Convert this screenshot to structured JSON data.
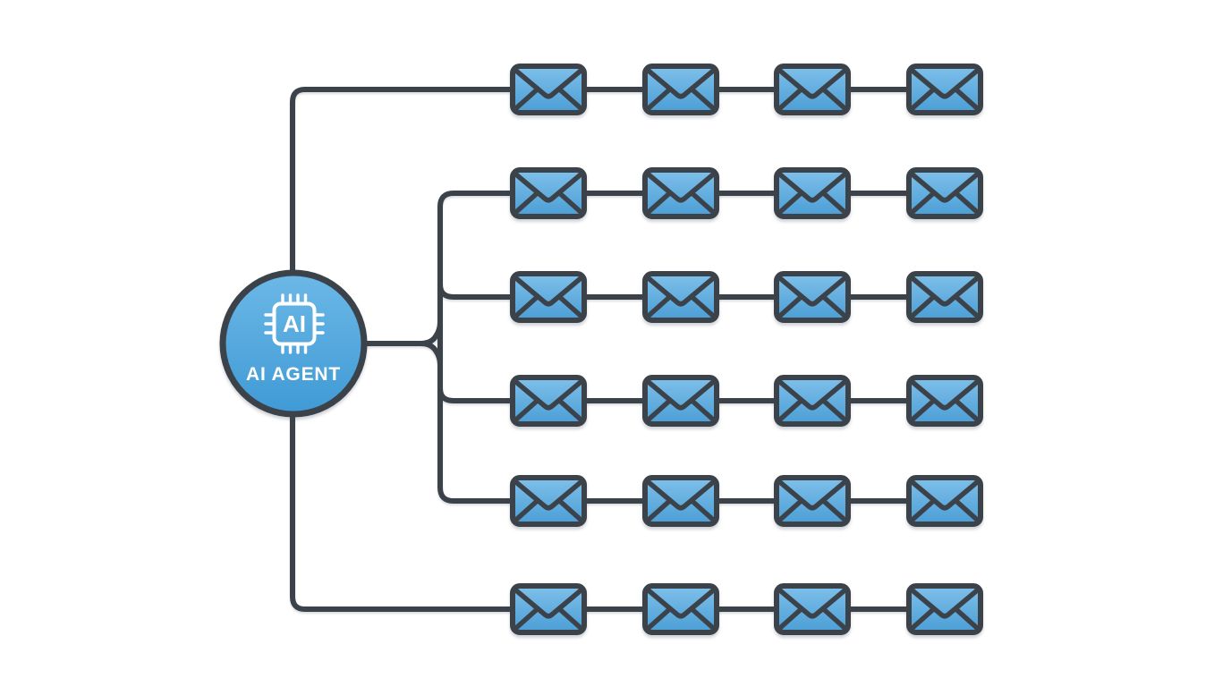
{
  "diagram": {
    "type": "fan-out-flow",
    "description": "AI agent node fanning out to 6 sequences of 4 chained email envelopes",
    "agent_node": {
      "chip_text": "AI",
      "label": "AI AGENT"
    },
    "envelope_grid": {
      "rows": 6,
      "cols": 4,
      "total_envelopes": 24,
      "row_centers_y": [
        100,
        216,
        332,
        448,
        560,
        681
      ],
      "col_left_x": [
        570,
        718,
        865,
        1013
      ],
      "envelope_width": 86,
      "envelope_height": 58
    },
    "colors": {
      "line": "#3c4249",
      "envelope_fill": "#58aadf",
      "envelope_stroke": "#3c4249",
      "node_fill": "#4da5dc",
      "node_stroke": "#3c4249",
      "label_text": "#ffffff",
      "background": "#ffffff"
    },
    "icons": {
      "node_icon": "ai-chip-icon",
      "leaf_icon": "envelope-icon"
    }
  }
}
